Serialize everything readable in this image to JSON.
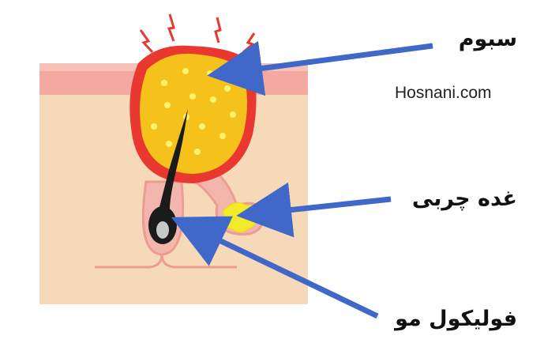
{
  "labels": {
    "sebum": "سبوم",
    "site": "Hosnani.com",
    "sebaceous_gland": "غده چربی",
    "hair_follicle": "فولیکول مو"
  },
  "colors": {
    "skin_base": "#f6d9b8",
    "skin_top": "#f2a9a0",
    "follicle_wall": "#f3b6ad",
    "sebum_fill": "#f4c21b",
    "sebum_dots": "#fff36a",
    "inflamed_edge": "#e8382f",
    "hair": "#1b1b1b",
    "bulb": "#c8c8c8",
    "gland": "#f3ea2a",
    "arrow": "#3f68c8",
    "sparks": "#e8382f"
  },
  "icons": {
    "sparks": "lightning-bolt-icon"
  }
}
